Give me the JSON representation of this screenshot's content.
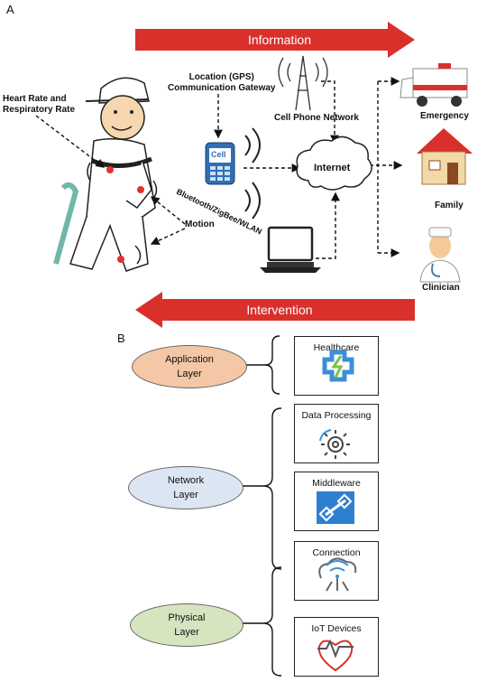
{
  "panel_a": {
    "label": "A",
    "info_arrow": "Information",
    "intervention_arrow": "Intervention",
    "hr_label": "Heart Rate and\nRespiratory Rate",
    "motion_label": "Motion",
    "gps_label": "Location (GPS)\nCommunication Gateway",
    "cell_text": "Cell",
    "cell_network_label": "Cell Phone Network",
    "bluetooth_label": "Bluetooth/ZigBee/WLAN",
    "internet_label": "Internet",
    "emergency_label": "Emergency",
    "family_label": "Family",
    "clinician_label": "Clinician"
  },
  "panel_b": {
    "label": "B",
    "layers": [
      {
        "name": "Application\nLayer",
        "color": "#f4c7a6"
      },
      {
        "name": "Network\nLayer",
        "color": "#dce6f2"
      },
      {
        "name": "Physical\nLayer",
        "color": "#d6e5c0"
      }
    ],
    "boxes": [
      {
        "label": "Healthcare"
      },
      {
        "label": "Data Processing"
      },
      {
        "label": "Middleware"
      },
      {
        "label": "Connection"
      },
      {
        "label": "IoT Devices"
      }
    ]
  },
  "colors": {
    "arrow_red": "#d9302c",
    "middleware_blue": "#2f7fd1",
    "healthcare_blue": "#3c8fd6",
    "healthcare_green": "#7cc04a"
  }
}
